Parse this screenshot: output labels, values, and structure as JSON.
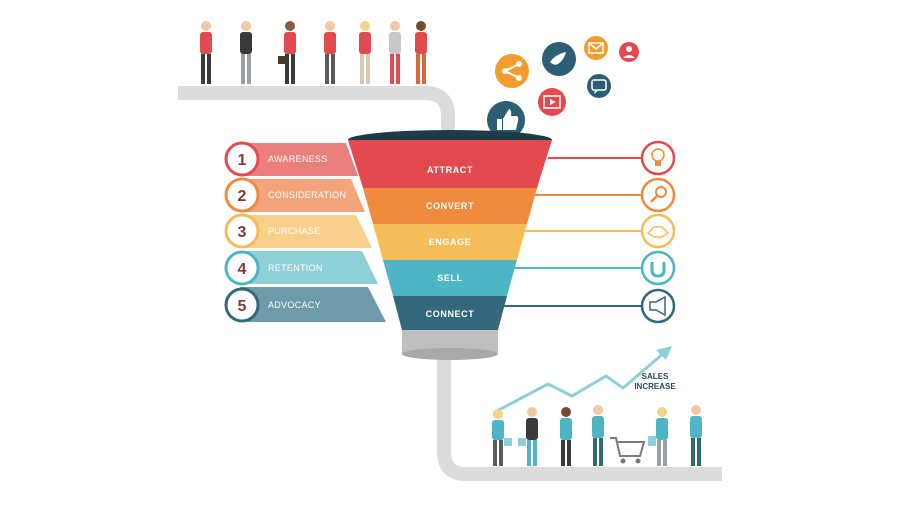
{
  "colors": {
    "track": "#dcdcdc",
    "red": "#e24a4f",
    "orange": "#f08a3c",
    "yellow": "#f6bc57",
    "teal": "#4db5c4",
    "navy": "#33687c",
    "social_orange": "#f39c2b",
    "social_navy": "#2c5f74",
    "social_red": "#e24a4f"
  },
  "stages": [
    {
      "number": "1",
      "label": "AWARENESS"
    },
    {
      "number": "2",
      "label": "CONSIDERATION"
    },
    {
      "number": "3",
      "label": "PURCHASE"
    },
    {
      "number": "4",
      "label": "RETENTION"
    },
    {
      "number": "5",
      "label": "ADVOCACY"
    }
  ],
  "funnel": [
    {
      "label": "ATTRACT",
      "icon": "lightbulb-icon"
    },
    {
      "label": "CONVERT",
      "icon": "magnifier-icon"
    },
    {
      "label": "ENGAGE",
      "icon": "handshake-icon"
    },
    {
      "label": "SELL",
      "icon": "magnet-icon"
    },
    {
      "label": "CONNECT",
      "icon": "megaphone-icon"
    }
  ],
  "sales": {
    "line1": "SALES",
    "line2": "INCREASE"
  },
  "social_icons": [
    "share-icon",
    "twitter-bird-icon",
    "mail-icon",
    "user-icon",
    "like-icon",
    "video-icon",
    "chat-icon"
  ]
}
